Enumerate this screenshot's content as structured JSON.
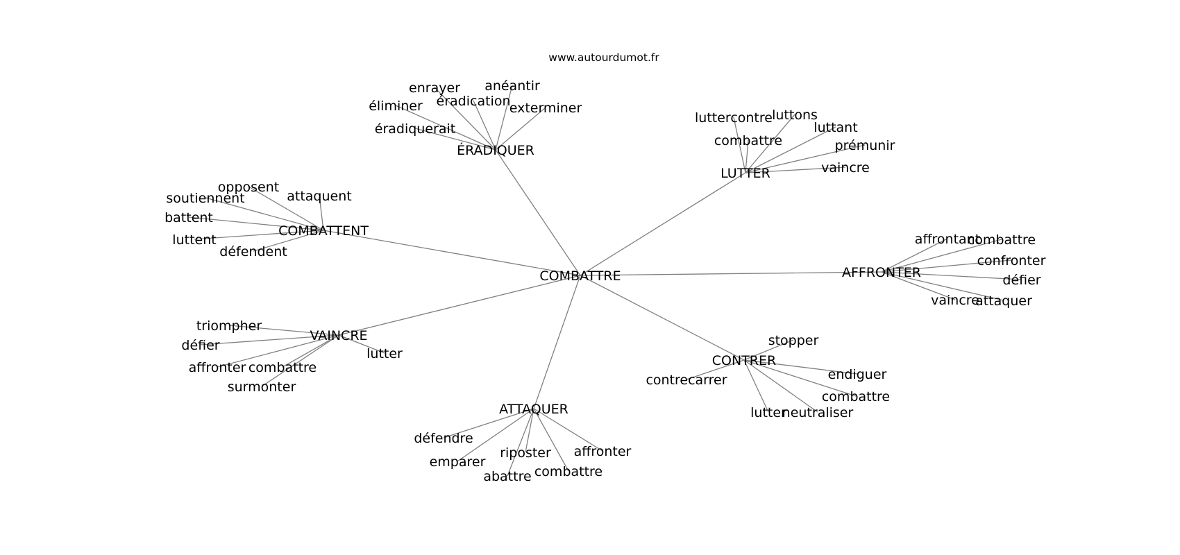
{
  "site": "www.autourdumot.fr",
  "graph": {
    "center": "COMBATTRE",
    "hubs": [
      {
        "label": "ÉRADIQUER",
        "leaves": [
          "enrayer",
          "anéantir",
          "éliminer",
          "éradication",
          "exterminer",
          "éradiquerait"
        ]
      },
      {
        "label": "LUTTER",
        "leaves": [
          "luttercontre",
          "luttons",
          "luttant",
          "combattre",
          "prémunir",
          "vaincre"
        ]
      },
      {
        "label": "COMBATTENT",
        "leaves": [
          "opposent",
          "soutiennent",
          "attaquent",
          "battent",
          "luttent",
          "défendent"
        ]
      },
      {
        "label": "AFFRONTER",
        "leaves": [
          "affrontant",
          "combattre",
          "confronter",
          "défier",
          "vaincre",
          "attaquer"
        ]
      },
      {
        "label": "VAINCRE",
        "leaves": [
          "triompher",
          "défier",
          "lutter",
          "affronter",
          "combattre",
          "surmonter"
        ]
      },
      {
        "label": "CONTRER",
        "leaves": [
          "stopper",
          "contrecarrer",
          "endiguer",
          "combattre",
          "lutter",
          "neutraliser"
        ]
      },
      {
        "label": "ATTAQUER",
        "leaves": [
          "défendre",
          "emparer",
          "riposter",
          "affronter",
          "abattre",
          "combattre"
        ]
      }
    ]
  }
}
